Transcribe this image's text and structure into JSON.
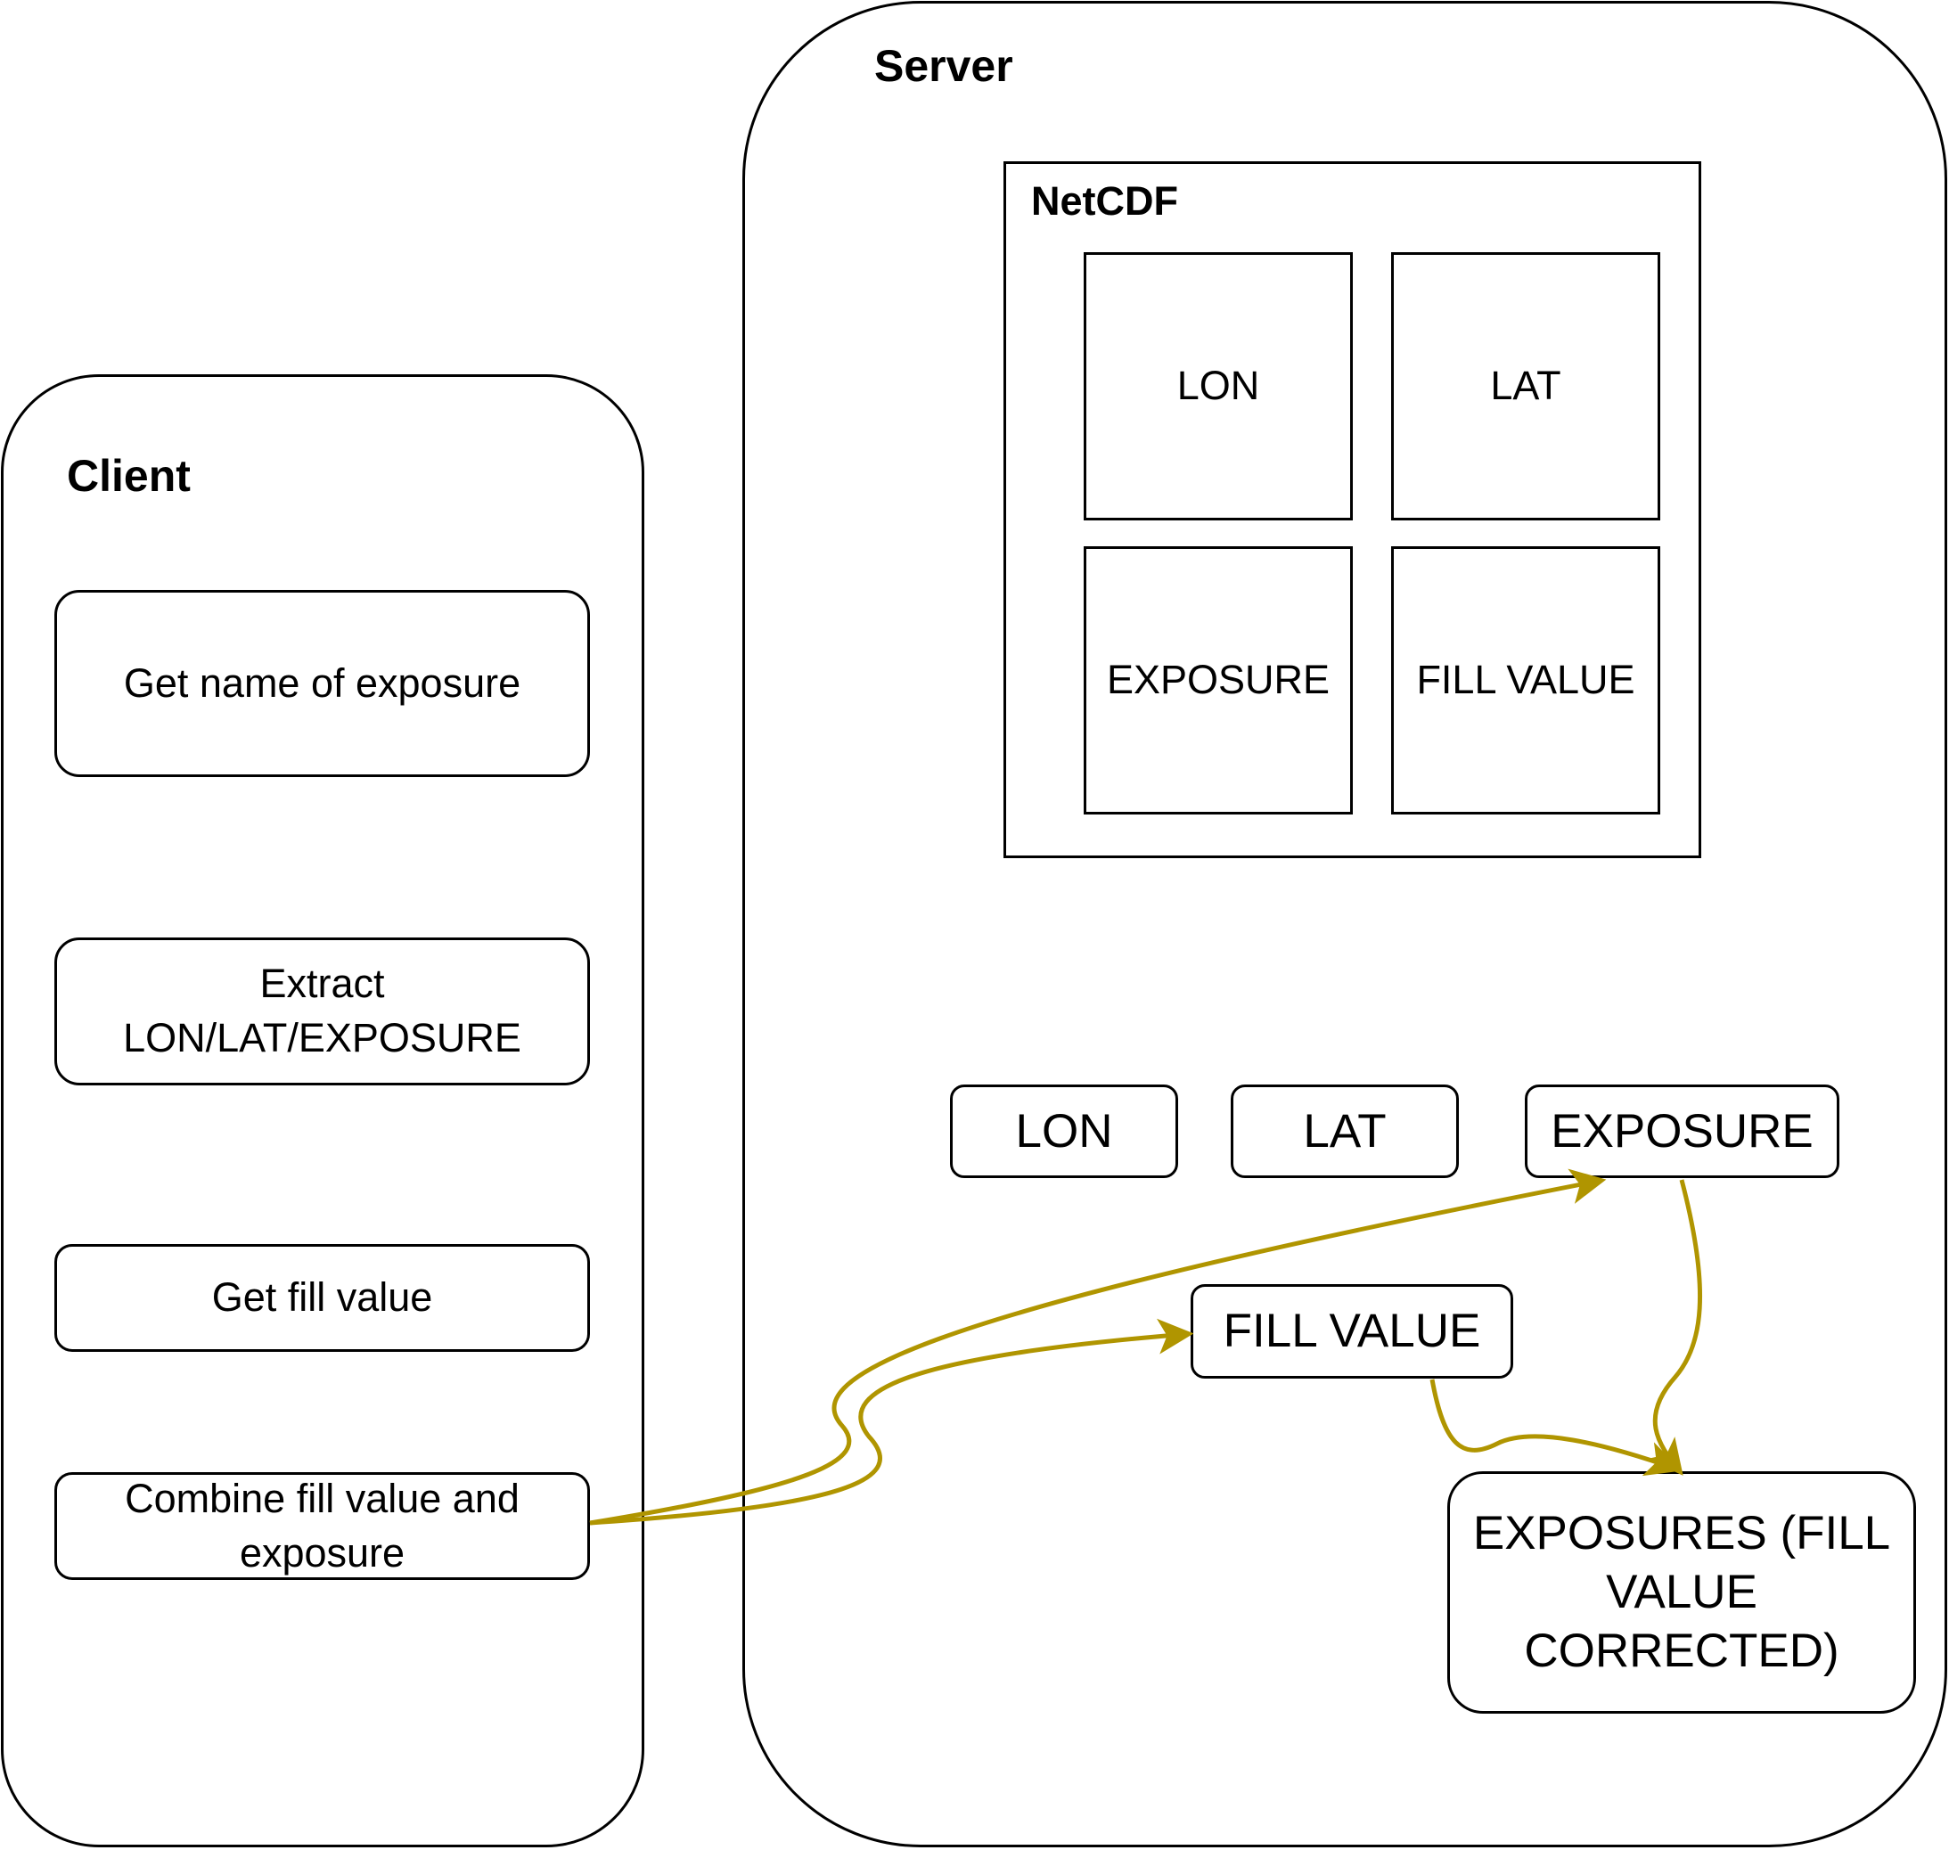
{
  "client": {
    "title": "Client",
    "steps": [
      "Get name of exposure",
      "Extract LON/LAT/EXPOSURE",
      "Get fill value",
      "Combine fill value and exposure"
    ]
  },
  "server": {
    "title": "Server",
    "netcdf": {
      "title": "NetCDF",
      "variables": [
        "LON",
        "LAT",
        "EXPOSURE",
        "FILL VALUE"
      ]
    },
    "extracted": [
      "LON",
      "LAT",
      "EXPOSURE"
    ],
    "fill_value": "FILL VALUE",
    "result": "EXPOSURES (FILL VALUE CORRECTED)"
  },
  "colors": {
    "arrow": "#B09500",
    "stroke": "#000000"
  }
}
